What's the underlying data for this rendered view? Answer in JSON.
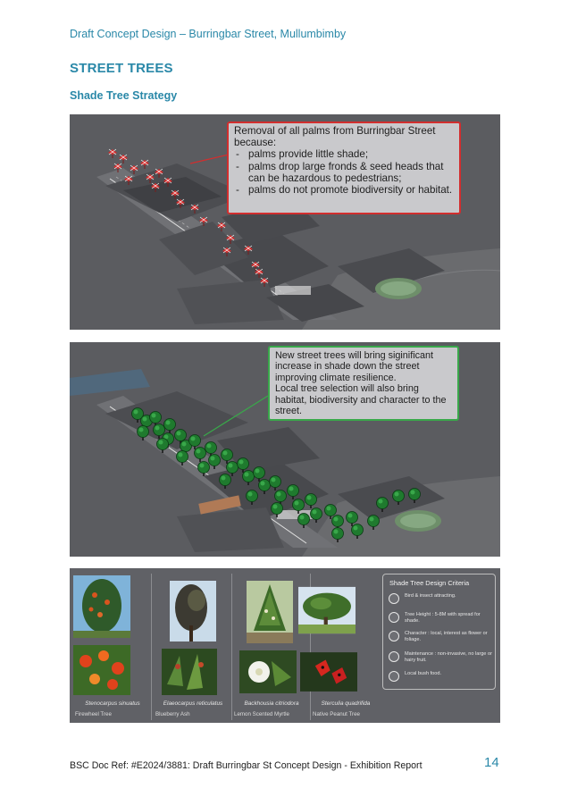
{
  "header": {
    "title": "Draft Concept Design – Burringbar Street, Mullumbimby"
  },
  "section": {
    "title": "STREET TREES"
  },
  "subsection": {
    "title": "Shade Tree Strategy"
  },
  "panel1": {
    "callout_intro": "Removal of all palms from Burringbar Street because:",
    "callout_items": [
      "palms provide little shade;",
      "palms drop large fronds & seed heads that can be hazardous to pedestrians;",
      "palms do not promote biodiversity or habitat."
    ],
    "callout_color": "#d22e2e"
  },
  "panel2": {
    "callout_line1": "New street trees will bring siginificant increase in shade down the street improving climate resilience.",
    "callout_line2": "Local tree selection will also bring habitat, biodiversity and character to the street.",
    "callout_color": "#39a84a"
  },
  "panel3": {
    "plants": [
      {
        "scientific": "Stenocarpus sinuatus",
        "common": "Firewheel Tree"
      },
      {
        "scientific": "Elaeocarpus reticulatus",
        "common": "Blueberry Ash"
      },
      {
        "scientific": "Backhousia citriodora",
        "common": "Lemon Scented Myrtle"
      },
      {
        "scientific": "Sterculia quadrifida",
        "common": "Native Peanut Tree"
      }
    ],
    "criteria": {
      "title": "Shade Tree Design Criteria",
      "items": [
        {
          "icon": "bird-icon",
          "text": "Bird & insect attracting."
        },
        {
          "icon": "tree-height-icon",
          "text": "Tree Height : 5-8M with spread for shade."
        },
        {
          "icon": "character-icon",
          "text": "Character : local, interest as flower or foliage."
        },
        {
          "icon": "maintenance-icon",
          "text": "Maintenance : non-invasive, no large or hairy fruit."
        },
        {
          "icon": "local-food-icon",
          "text": "Local bush food."
        }
      ]
    }
  },
  "footer": {
    "doc_ref": "BSC Doc Ref: #E2024/3881: Draft Burringbar St Concept Design - Exhibition Report",
    "page_number": "14"
  }
}
